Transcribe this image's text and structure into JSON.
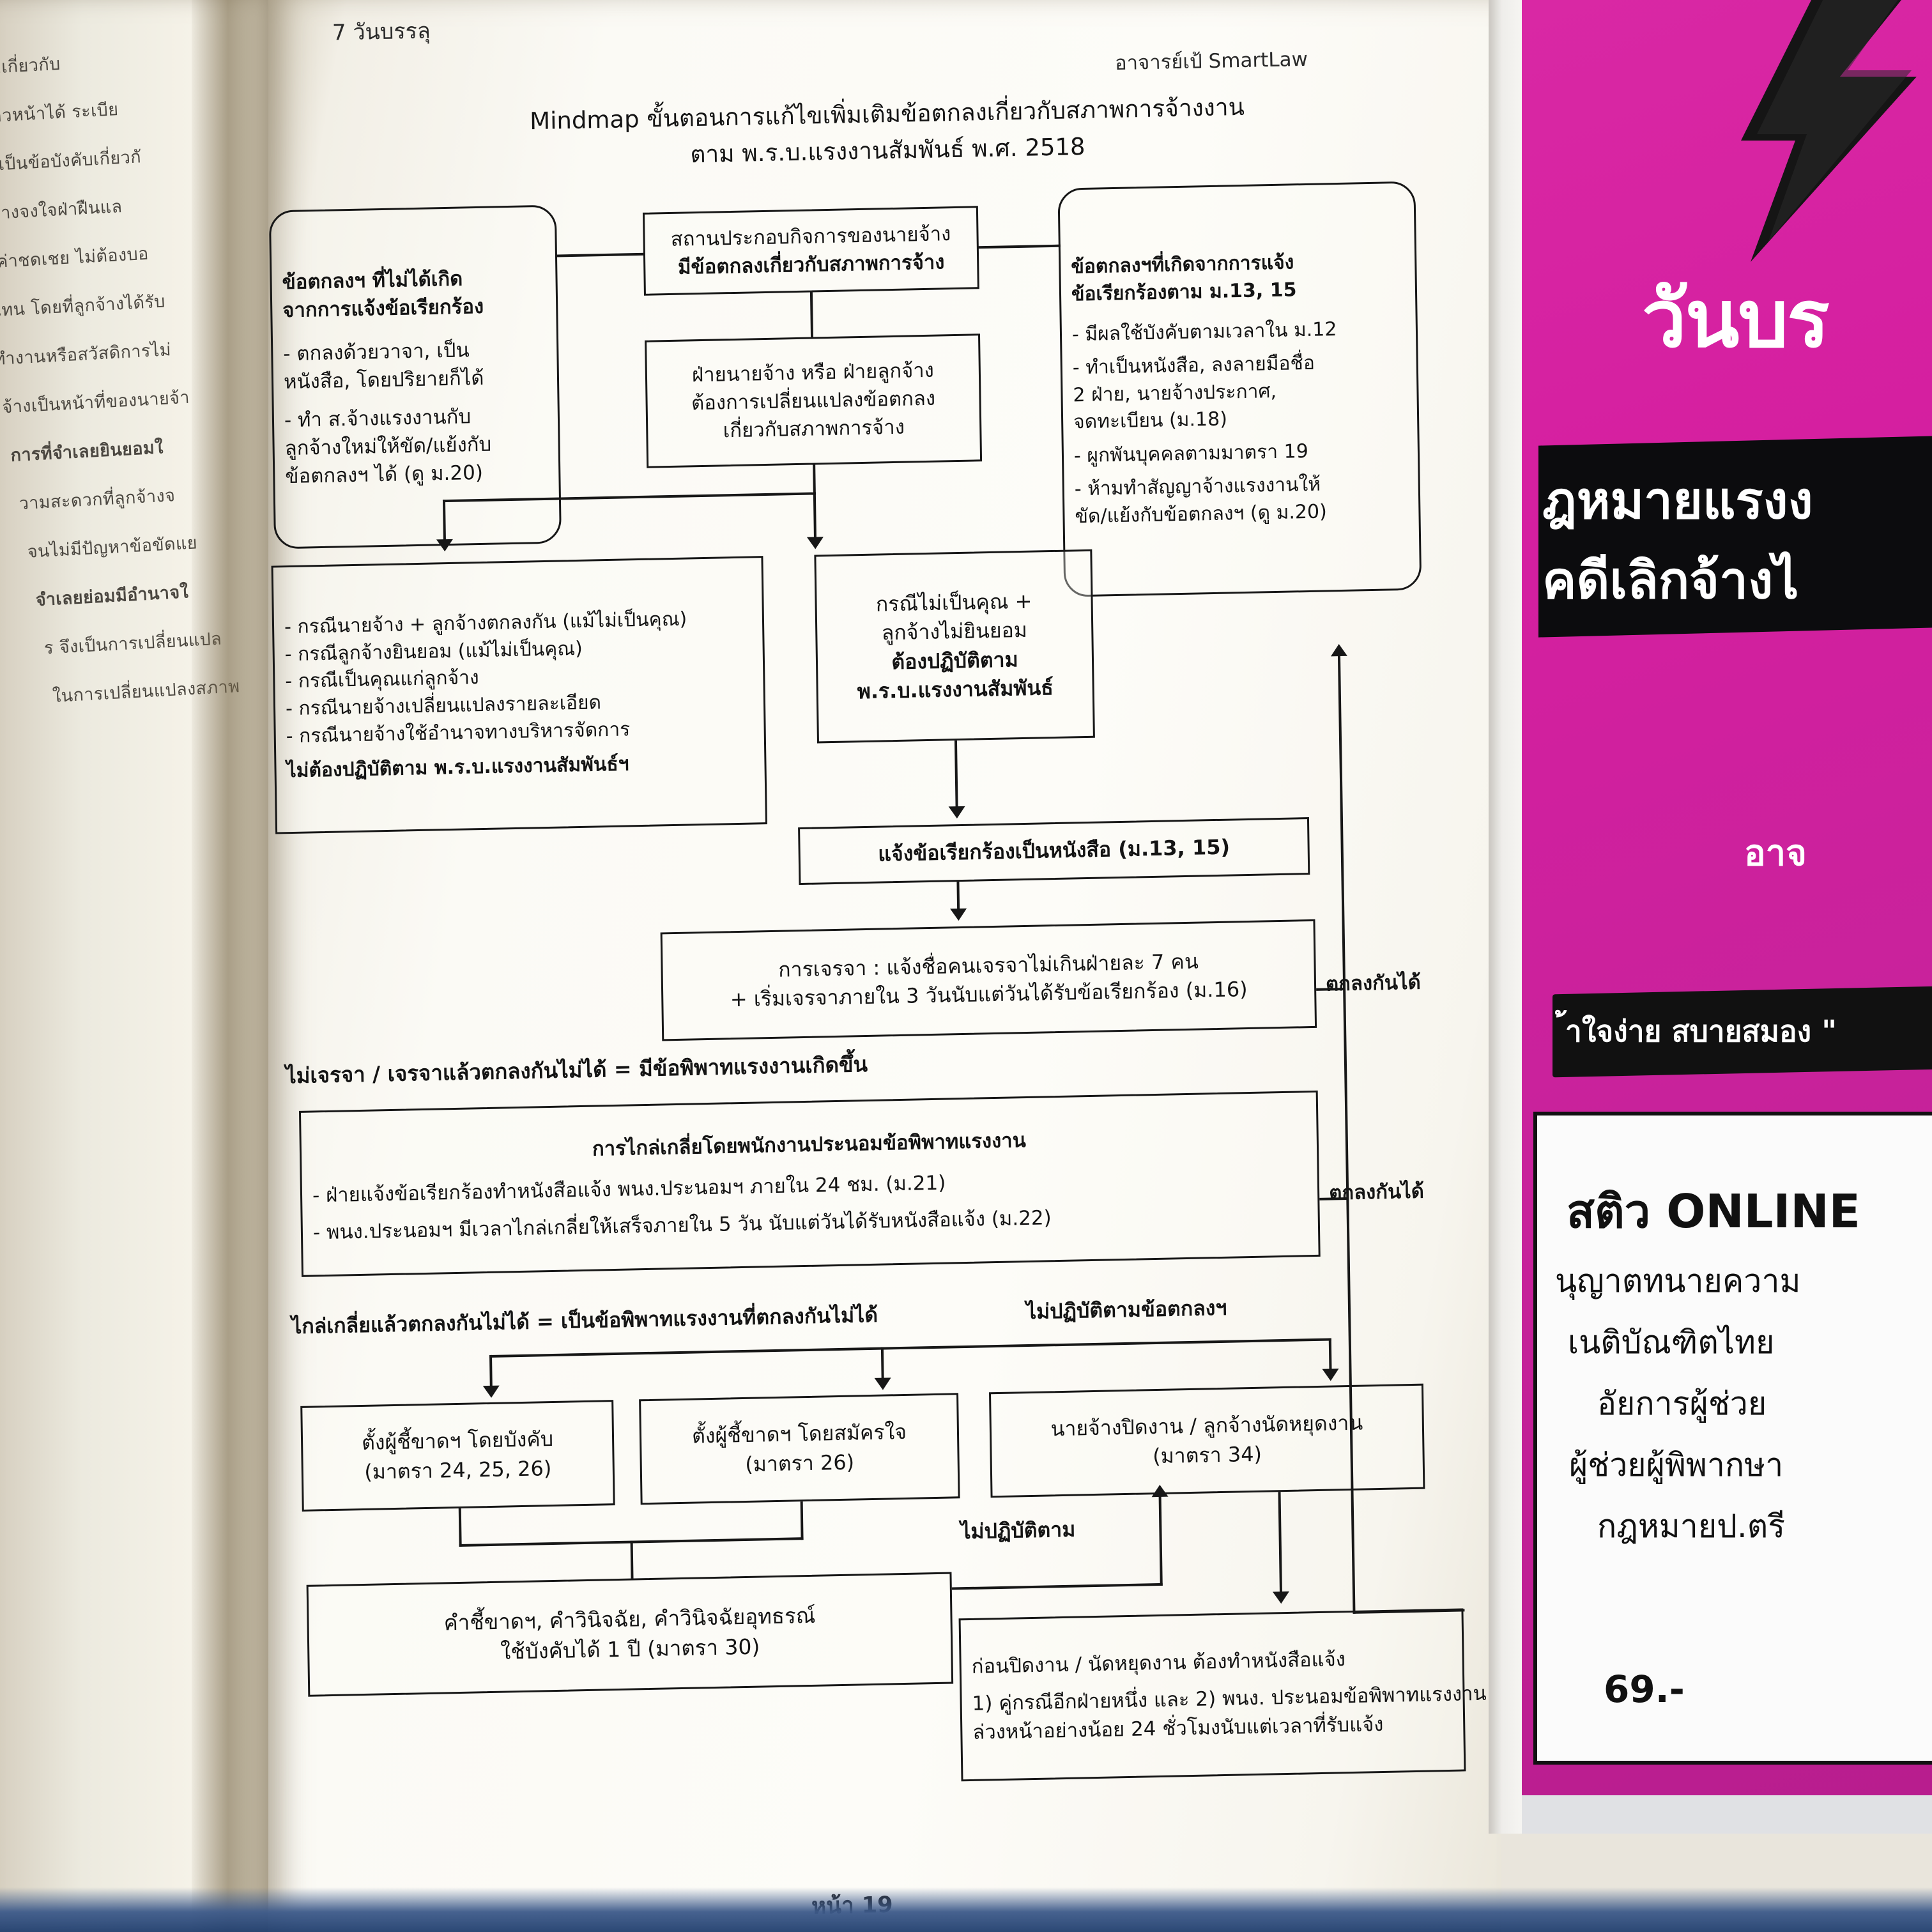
{
  "page": {
    "header_left": "7 วันบรรลุ",
    "header_right": "อาจารย์เป้ SmartLaw",
    "footer": "หน้า 19"
  },
  "mindmap": {
    "title_line1": "Mindmap ขั้นตอนการแก้ไขเพิ่มเติมข้อตกลงเกี่ยวกับสภาพการจ้างงาน",
    "title_line2": "ตาม พ.ร.บ.แรงงานสัมพันธ์ พ.ศ. 2518",
    "nodes": {
      "left_top": {
        "title1": "ข้อตกลงฯ ที่ไม่ได้เกิด",
        "title2": "จากการแจ้งข้อเรียกร้อง",
        "items": [
          "- ตกลงด้วยวาจา, เป็น",
          "หนังสือ, โดยปริยายก็ได้",
          "- ทำ ส.จ้างแรงงานกับ",
          "ลูกจ้างใหม่ให้ขัด/แย้งกับ",
          "ข้อตกลงฯ ได้ (ดู ม.20)"
        ]
      },
      "center_top": {
        "line1": "สถานประกอบกิจการของนายจ้าง",
        "line2": "มีข้อตกลงเกี่ยวกับสภาพการจ้าง"
      },
      "center_second": {
        "line1": "ฝ่ายนายจ้าง หรือ ฝ่ายลูกจ้าง",
        "line2": "ต้องการเปลี่ยนแปลงข้อตกลง",
        "line3": "เกี่ยวกับสภาพการจ้าง"
      },
      "right_top": {
        "title1": "ข้อตกลงฯที่เกิดจากการแจ้ง",
        "title2": "ข้อเรียกร้องตาม ม.13, 15",
        "items": [
          "- มีผลใช้บังคับตามเวลาใน ม.12",
          "- ทำเป็นหนังสือ, ลงลายมือชื่อ",
          "2 ฝ่าย, นายจ้างประกาศ,",
          "จดทะเบียน (ม.18)",
          "- ผูกพันบุคคลตามมาตรา 19",
          "- ห้ามทำสัญญาจ้างแรงงานให้",
          "ขัด/แย้งกับข้อตกลงฯ (ดู ม.20)"
        ]
      },
      "left_list": {
        "items": [
          "- กรณีนายจ้าง + ลูกจ้างตกลงกัน (แม้ไม่เป็นคุณ)",
          "- กรณีลูกจ้างยินยอม (แม้ไม่เป็นคุณ)",
          "- กรณีเป็นคุณแก่ลูกจ้าง",
          "- กรณีนายจ้างเปลี่ยนแปลงรายละเอียด",
          "- กรณีนายจ้างใช้อำนาจทางบริหารจัดการ"
        ],
        "footer": "ไม่ต้องปฏิบัติตาม พ.ร.บ.แรงงานสัมพันธ์ฯ"
      },
      "center_notbenefit": {
        "line1": "กรณีไม่เป็นคุณ +",
        "line2": "ลูกจ้างไม่ยินยอม",
        "line3": "ต้องปฏิบัติตาม",
        "line4": "พ.ร.บ.แรงงานสัมพันธ์"
      },
      "demand_written": {
        "line1": "แจ้งข้อเรียกร้องเป็นหนังสือ (ม.13, 15)"
      },
      "negotiation": {
        "line1": "การเจรจา : แจ้งชื่อคนเจรจาไม่เกินฝ่ายละ 7 คน",
        "line2": "+ เริ่มเจรจาภายใน 3 วันนับแต่วันได้รับข้อเรียกร้อง (ม.16)"
      },
      "conciliation": {
        "title": "การไกล่เกลี่ยโดยพนักงานประนอมข้อพิพาทแรงงาน",
        "items": [
          "- ฝ่ายแจ้งข้อเรียกร้องทำหนังสือแจ้ง พนง.ประนอมฯ ภายใน 24 ชม. (ม.21)",
          "- พนง.ประนอมฯ มีเวลาไกล่เกลี่ยให้เสร็จภายใน 5 วัน นับแต่วันได้รับหนังสือแจ้ง (ม.22)"
        ]
      },
      "arbitrator_force": {
        "line1": "ตั้งผู้ชี้ขาดฯ โดยบังคับ",
        "line2": "(มาตรา 24, 25, 26)"
      },
      "arbitrator_volunteer": {
        "line1": "ตั้งผู้ชี้ขาดฯ โดยสมัครใจ",
        "line2": "(มาตรา 26)"
      },
      "lockout_strike": {
        "line1": "นายจ้างปิดงาน / ลูกจ้างนัดหยุดงาน",
        "line2": "(มาตรา 34)"
      },
      "award": {
        "line1": "คำชี้ขาดฯ, คำวินิจฉัย, คำวินิจฉัยอุทธรณ์",
        "line2": "ใช้บังคับได้ 1 ปี (มาตรา 30)"
      },
      "before_lockout": {
        "line1": "ก่อนปิดงาน / นัดหยุดงาน ต้องทำหนังสือแจ้ง",
        "line2": "1) คู่กรณีอีกฝ่ายหนึ่ง และ 2) พนง. ประนอมข้อพิพาทแรงงาน",
        "line3": "ล่วงหน้าอย่างน้อย 24 ชั่วโมงนับแต่เวลาที่รับแจ้ง"
      }
    },
    "labels": {
      "agree1": "ตกลงกันได้",
      "agree2": "ตกลงกันได้",
      "no_negotiation": "ไม่เจรจา / เจรจาแล้วตกลงกันไม่ได้ = มีข้อพิพาทแรงงานเกิดขึ้น",
      "conciliation_failed": "ไกล่เกลี่ยแล้วตกลงกันไม่ได้ = เป็นข้อพิพาทแรงงานที่ตกลงกันไม่ได้",
      "not_follow_agreement": "ไม่ปฏิบัติตามข้อตกลงฯ",
      "not_follow": "ไม่ปฏิบัติตาม"
    }
  },
  "left_page_text": [
    "ยละเอียดเกี่ยวกับ",
    "เจริญก้าวหน้าได้ ระเบีย",
    "จ้างซึ่งเป็นข้อบังคับเกี่ยวกั",
    "มีลูกจ้างจงใจฝ่าฝืนแล",
    "จ่ายค่าชดเชย ไม่ต้องบอ",
    "",
    "ยแทน โดยที่ลูกจ้างได้รับ",
    "",
    "ทำงานหรือสวัสดิการไม่",
    "จ้างเป็นหน้าที่ของนายจ้า",
    "การที่จำเลยยินยอมใ",
    "วามสะดวกที่ลูกจ้างจ",
    "จนไม่มีปัญหาข้อขัดแย",
    "จำเลยย่อมมีอำนาจใ",
    "ร จึงเป็นการเปลี่ยนแปล",
    "ในการเปลี่ยนแปลงสภาพ"
  ],
  "cover": {
    "title_big": "วันบร",
    "line_black_1": "ฎหมายแรงง",
    "line_black_2": "คดีเลิกจ้างไ",
    "author": "อาจ",
    "tagline": "้าใจง่าย สบายสมอง \"",
    "promo_title": "สติว ONLINE",
    "promo_lines": [
      "นุญาตทนายความ",
      "เนติบัณฑิตไทย",
      "อัยการผู้ช่วย",
      "ผู้ช่วยผู้พิพากษา",
      "กฎหมายป.ตรี"
    ],
    "price": "69.-"
  },
  "colors": {
    "magenta": "#d51fa0",
    "black": "#111111",
    "paper": "#fbfaf5",
    "ink": "#141414"
  }
}
